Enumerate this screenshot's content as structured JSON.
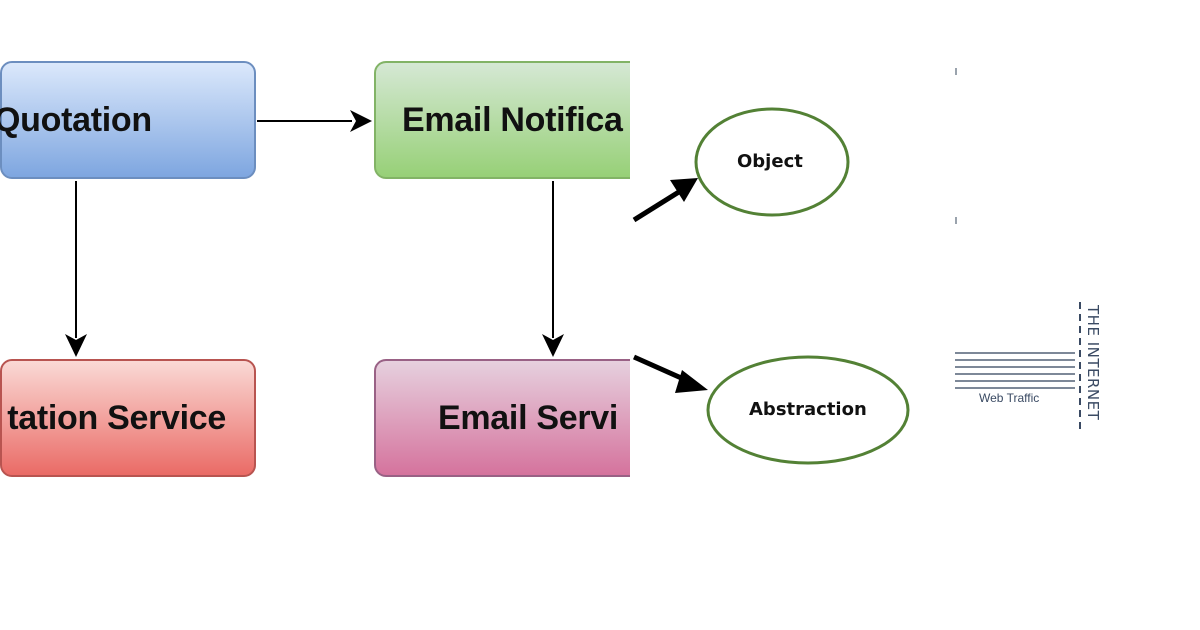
{
  "flowchart": {
    "nodes": {
      "quotation": "Quotation",
      "quotation_service": "tation Service",
      "email_notification": "Email Notifica",
      "email_service": "Email Servi"
    },
    "colors": {
      "quotation": "#7ea6e0",
      "quotation_service": "#ea6b66",
      "email_notification": "#97d077",
      "email_service": "#d5739d"
    }
  },
  "concept_map": {
    "nodes": {
      "object": "Object",
      "abstraction": "Abstraction"
    },
    "ellipse_color": "#538135"
  },
  "network": {
    "traffic_label": "Web Traffic",
    "internet_label": "THE INTERNET"
  }
}
